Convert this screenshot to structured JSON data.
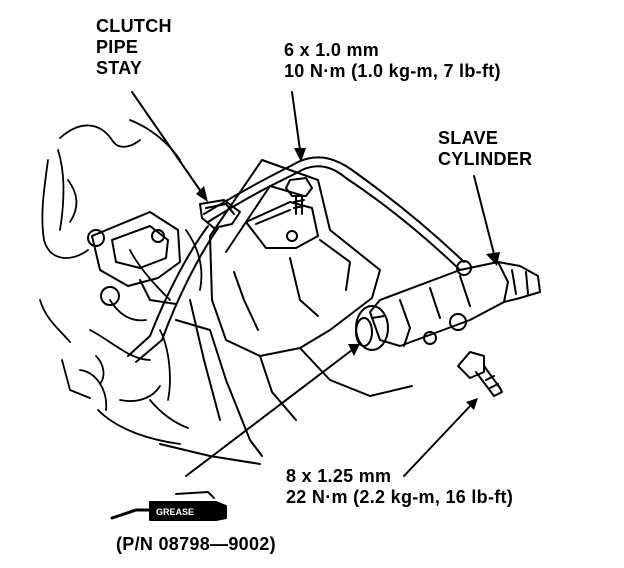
{
  "labels": {
    "clutch_pipe_stay": [
      "CLUTCH",
      "PIPE",
      "STAY"
    ],
    "bolt_top": [
      "6 x 1.0 mm",
      "10 N·m (1.0 kg-m, 7 lb-ft)"
    ],
    "slave_cylinder": [
      "SLAVE",
      "CYLINDER"
    ],
    "bolt_bottom": [
      "8 x 1.25 mm",
      "22 N·m (2.2 kg-m, 16 lb-ft)"
    ],
    "grease_tube": "GREASE",
    "part_number": "(P/N 08798—9002)"
  },
  "colors": {
    "ink": "#000000",
    "paper": "#ffffff"
  }
}
